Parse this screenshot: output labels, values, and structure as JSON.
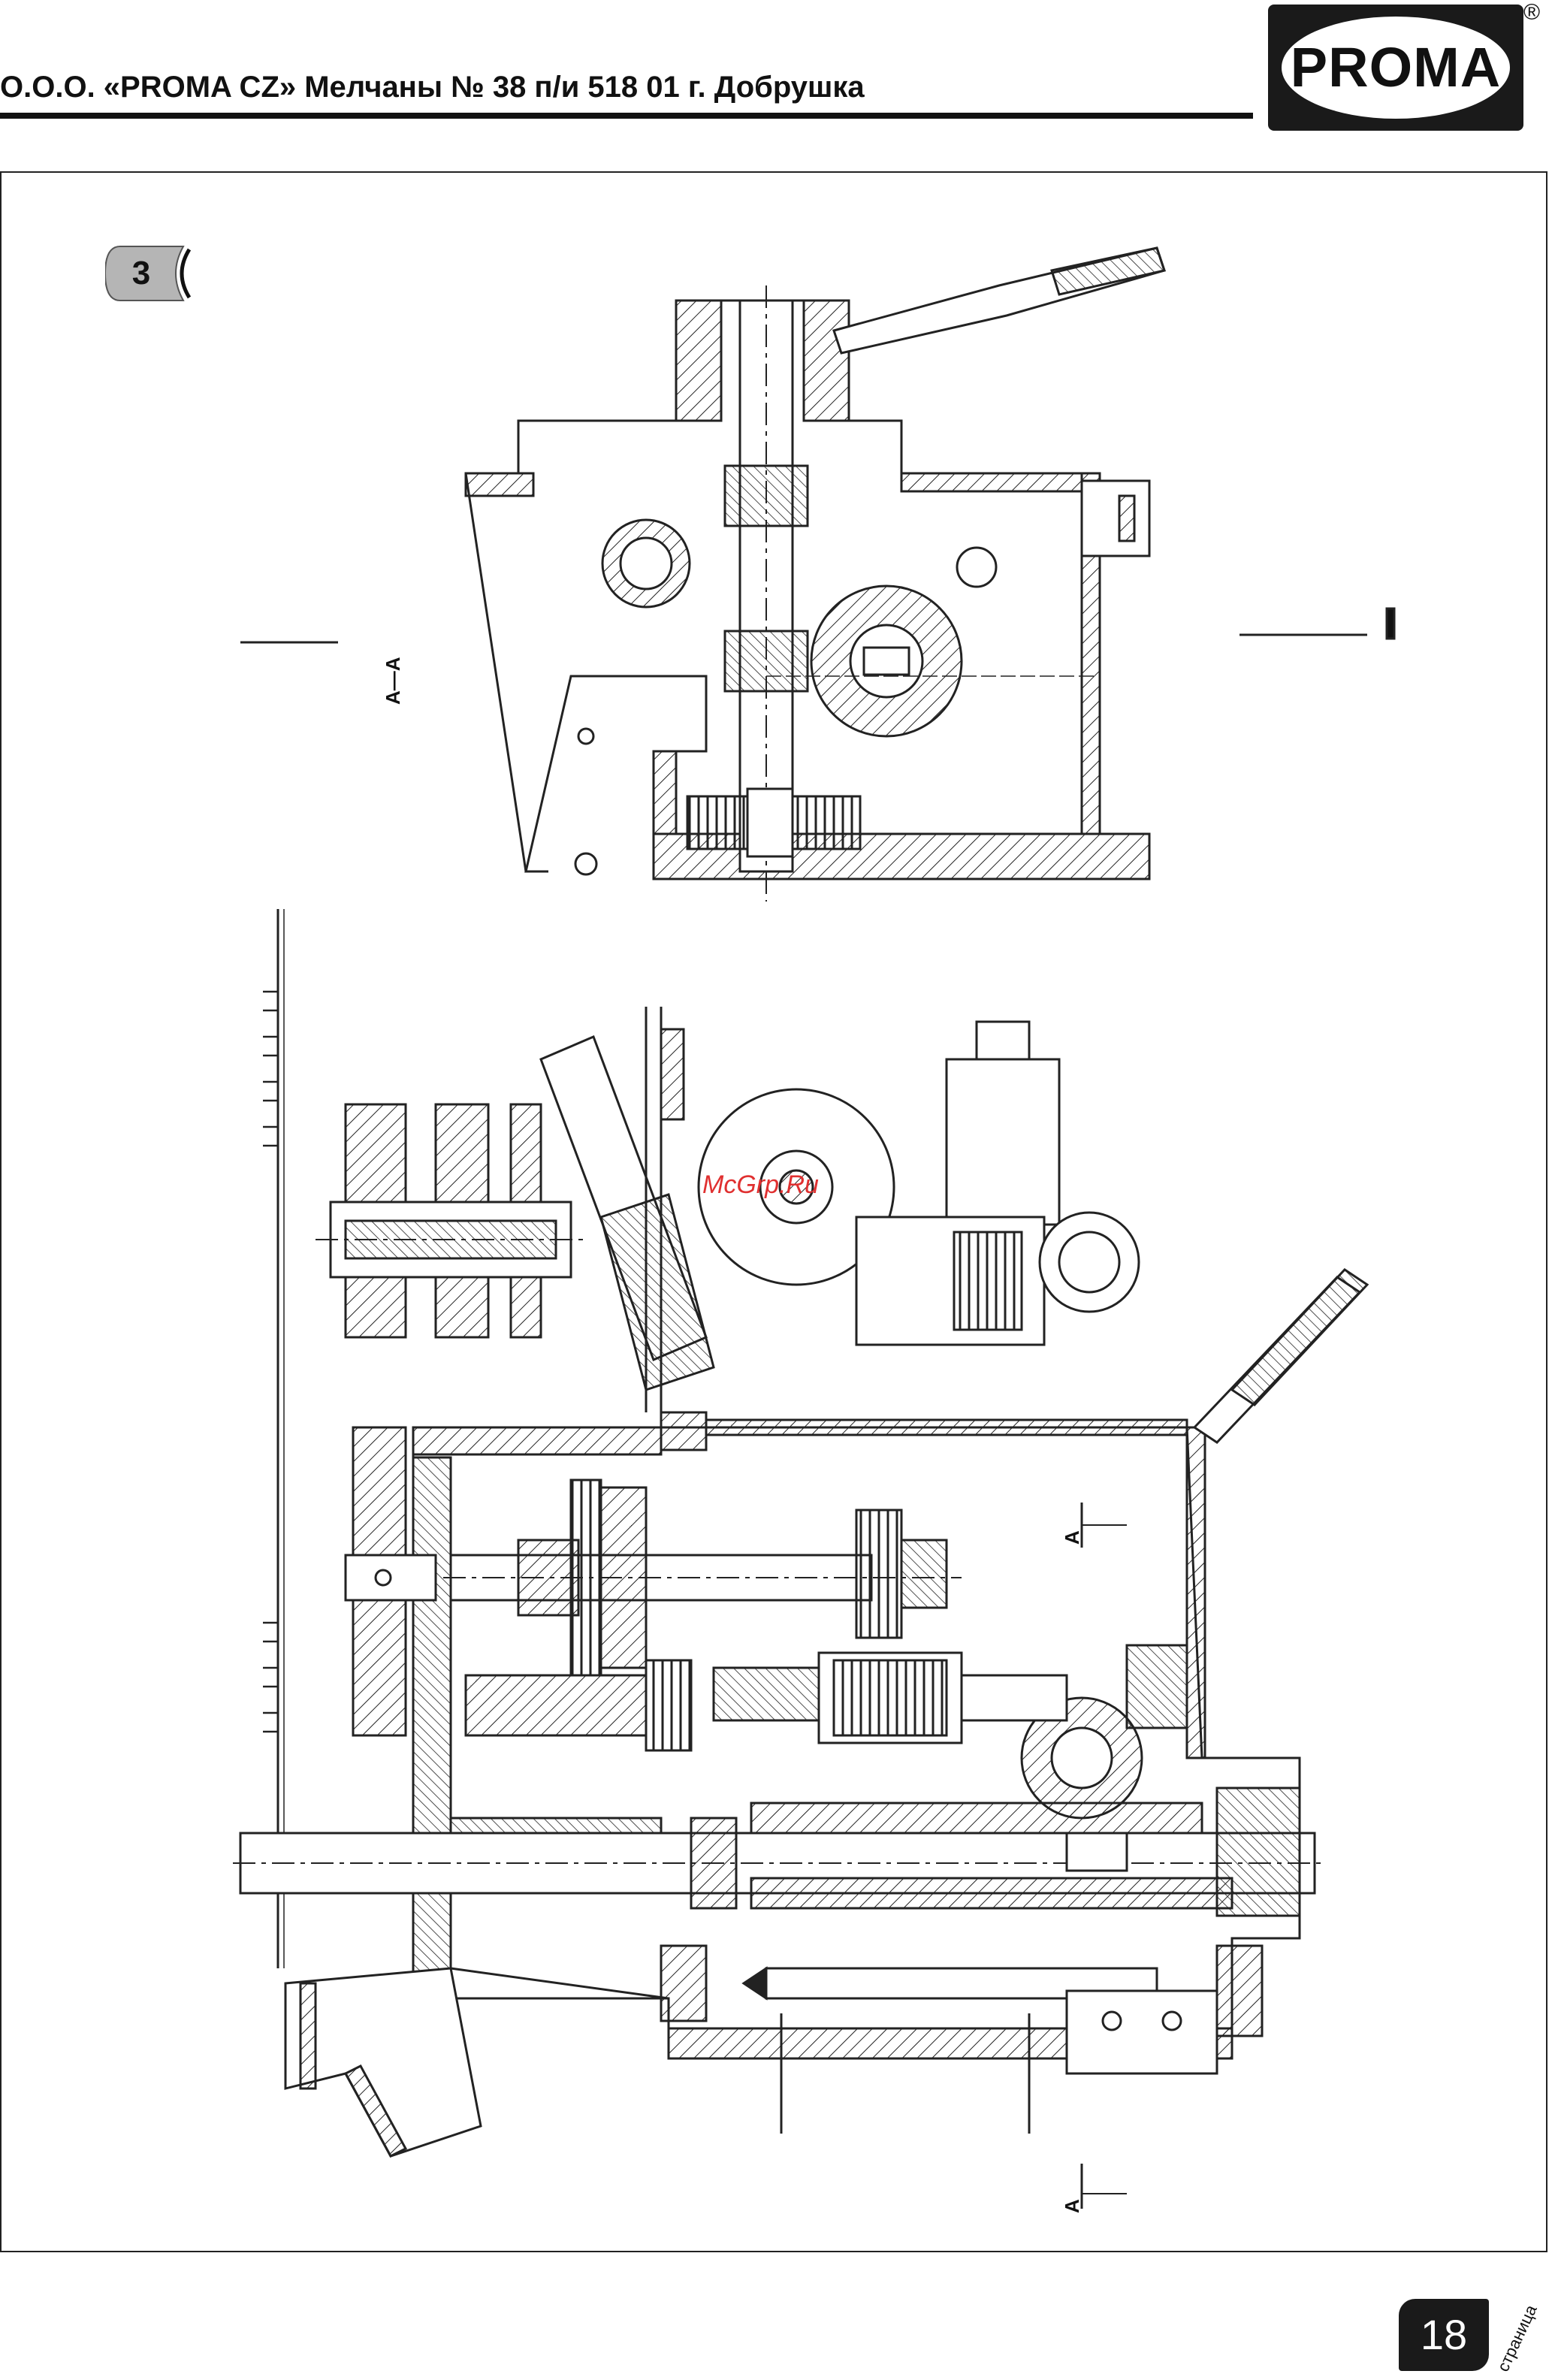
{
  "header": {
    "company_text": "О.О.О. «PROMA CZ» Мелчаны № 38 п/и 518 01 г. Добрушка",
    "logo_text": "PROMA",
    "registered_mark": "®"
  },
  "figure": {
    "number": "3",
    "section_label_top": "А—А",
    "section_marker_mid": "А",
    "section_marker_bottom": "А",
    "watermark": "McGrp.Ru"
  },
  "footer": {
    "page_number": "18",
    "page_caption": "страница"
  }
}
